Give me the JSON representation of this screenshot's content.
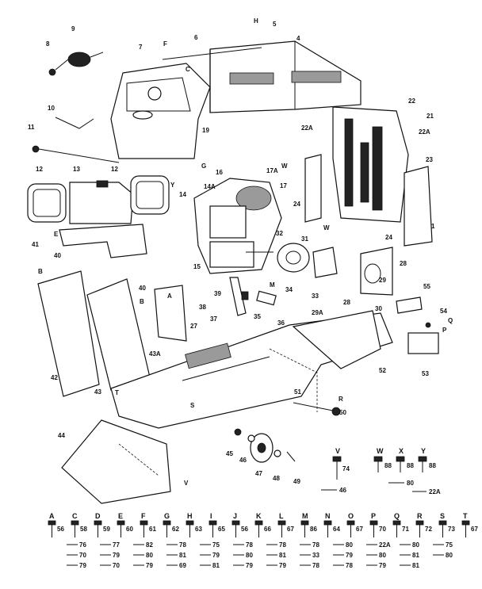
{
  "diagram": {
    "callouts": [
      {
        "id": "c4",
        "text": "4"
      },
      {
        "id": "c5",
        "text": "5"
      },
      {
        "id": "cH1",
        "text": "H"
      },
      {
        "id": "c6",
        "text": "6"
      },
      {
        "id": "cF1",
        "text": "F"
      },
      {
        "id": "c7",
        "text": "7"
      },
      {
        "id": "cC1",
        "text": "C"
      },
      {
        "id": "c8",
        "text": "8"
      },
      {
        "id": "c9",
        "text": "9"
      },
      {
        "id": "c10",
        "text": "10"
      },
      {
        "id": "c11",
        "text": "11"
      },
      {
        "id": "c19",
        "text": "19"
      },
      {
        "id": "cG1",
        "text": "G"
      },
      {
        "id": "c12a",
        "text": "12"
      },
      {
        "id": "c13",
        "text": "13"
      },
      {
        "id": "c12b",
        "text": "12"
      },
      {
        "id": "cY1",
        "text": "Y"
      },
      {
        "id": "c14",
        "text": "14"
      },
      {
        "id": "c14A",
        "text": "14A"
      },
      {
        "id": "c16",
        "text": "16"
      },
      {
        "id": "c17A",
        "text": "17A"
      },
      {
        "id": "c17",
        "text": "17"
      },
      {
        "id": "c15",
        "text": "15"
      },
      {
        "id": "c41",
        "text": "41"
      },
      {
        "id": "cE1",
        "text": "E"
      },
      {
        "id": "c40a",
        "text": "40"
      },
      {
        "id": "cB1",
        "text": "B"
      },
      {
        "id": "c40b",
        "text": "40"
      },
      {
        "id": "cB2",
        "text": "B"
      },
      {
        "id": "c39",
        "text": "39"
      },
      {
        "id": "c38",
        "text": "38"
      },
      {
        "id": "cA1",
        "text": "A"
      },
      {
        "id": "c42",
        "text": "42"
      },
      {
        "id": "c43A",
        "text": "43A"
      },
      {
        "id": "c43",
        "text": "43"
      },
      {
        "id": "c37",
        "text": "37"
      },
      {
        "id": "c27",
        "text": "27"
      },
      {
        "id": "c22",
        "text": "22"
      },
      {
        "id": "c21",
        "text": "21"
      },
      {
        "id": "c22Aa",
        "text": "22A"
      },
      {
        "id": "c22Ab",
        "text": "22A"
      },
      {
        "id": "c23",
        "text": "23"
      },
      {
        "id": "cW1",
        "text": "W"
      },
      {
        "id": "c24a",
        "text": "24"
      },
      {
        "id": "c24b",
        "text": "24"
      },
      {
        "id": "c1",
        "text": "1"
      },
      {
        "id": "cW2",
        "text": "W"
      },
      {
        "id": "c31",
        "text": "31"
      },
      {
        "id": "c32",
        "text": "32"
      },
      {
        "id": "c34",
        "text": "34"
      },
      {
        "id": "cM1",
        "text": "M"
      },
      {
        "id": "c33",
        "text": "33"
      },
      {
        "id": "c29",
        "text": "29"
      },
      {
        "id": "c29A",
        "text": "29A"
      },
      {
        "id": "c28a",
        "text": "28"
      },
      {
        "id": "c28b",
        "text": "28"
      },
      {
        "id": "c55",
        "text": "55"
      },
      {
        "id": "c54",
        "text": "54"
      },
      {
        "id": "cQ1",
        "text": "Q"
      },
      {
        "id": "cP1",
        "text": "P"
      },
      {
        "id": "c53",
        "text": "53"
      },
      {
        "id": "c52",
        "text": "52"
      },
      {
        "id": "c30",
        "text": "30"
      },
      {
        "id": "c35",
        "text": "35"
      },
      {
        "id": "c36",
        "text": "36"
      },
      {
        "id": "cR1",
        "text": "R"
      },
      {
        "id": "c51",
        "text": "51"
      },
      {
        "id": "c50",
        "text": "50"
      },
      {
        "id": "c44",
        "text": "44"
      },
      {
        "id": "c45",
        "text": "45"
      },
      {
        "id": "c46",
        "text": "46"
      },
      {
        "id": "c47",
        "text": "47"
      },
      {
        "id": "c48",
        "text": "48"
      },
      {
        "id": "c49",
        "text": "49"
      },
      {
        "id": "cV1",
        "text": "V"
      },
      {
        "id": "cT1",
        "text": "T"
      },
      {
        "id": "cS1",
        "text": "S"
      }
    ],
    "legend_row1": [
      {
        "letter": "V",
        "num": "74",
        "sub": "46"
      },
      {
        "letter": "W",
        "num": "88",
        "sub": ""
      },
      {
        "letter": "X",
        "num": "88",
        "sub": "80"
      },
      {
        "letter": "Y",
        "num": "88",
        "sub": "22A"
      }
    ],
    "legend_row2": [
      {
        "letter": "A",
        "num": "56"
      },
      {
        "letter": "C",
        "num": "58"
      },
      {
        "letter": "D",
        "num": "59"
      },
      {
        "letter": "E",
        "num": "60"
      },
      {
        "letter": "F",
        "num": "61"
      },
      {
        "letter": "G",
        "num": "62"
      },
      {
        "letter": "H",
        "num": "63"
      },
      {
        "letter": "I",
        "num": "65"
      },
      {
        "letter": "J",
        "num": "56"
      },
      {
        "letter": "K",
        "num": "66"
      },
      {
        "letter": "L",
        "num": "67"
      },
      {
        "letter": "M",
        "num": "86"
      },
      {
        "letter": "N",
        "num": "64"
      },
      {
        "letter": "O",
        "num": "67"
      },
      {
        "letter": "P",
        "num": "70"
      },
      {
        "letter": "Q",
        "num": "71"
      },
      {
        "letter": "R",
        "num": "72"
      },
      {
        "letter": "S",
        "num": "73"
      },
      {
        "letter": "T",
        "num": "67"
      }
    ],
    "legend_sub": [
      "76",
      "77",
      "82",
      "78",
      "75",
      "78",
      "78",
      "78",
      "80",
      "22A",
      "80",
      "75",
      "70",
      "79",
      "80",
      "81",
      "79",
      "80",
      "81",
      "33",
      "79",
      "80",
      "81",
      "80",
      "79",
      "70",
      "79",
      "69",
      "81",
      "79",
      "79",
      "78",
      "78",
      "79",
      "81"
    ]
  }
}
